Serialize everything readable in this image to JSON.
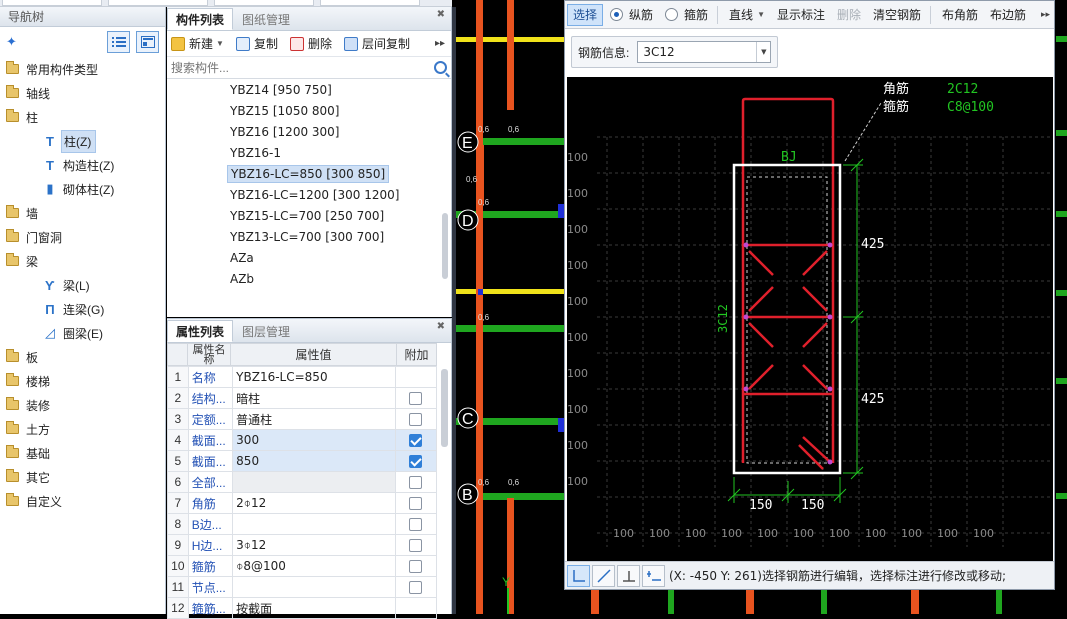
{
  "nav": {
    "title": "导航树",
    "items": [
      {
        "label": "常用构件类型"
      },
      {
        "label": "轴线"
      },
      {
        "label": "柱"
      },
      {
        "label": "柱(Z)"
      },
      {
        "label": "构造柱(Z)"
      },
      {
        "label": "砌体柱(Z)"
      },
      {
        "label": "墙"
      },
      {
        "label": "门窗洞"
      },
      {
        "label": "梁"
      },
      {
        "label": "梁(L)"
      },
      {
        "label": "连梁(G)"
      },
      {
        "label": "圈梁(E)"
      },
      {
        "label": "板"
      },
      {
        "label": "楼梯"
      },
      {
        "label": "装修"
      },
      {
        "label": "土方"
      },
      {
        "label": "基础"
      },
      {
        "label": "其它"
      },
      {
        "label": "自定义"
      }
    ]
  },
  "components": {
    "tabs": [
      "构件列表",
      "图纸管理"
    ],
    "toolbar": {
      "new": "新建",
      "copy": "复制",
      "delete": "删除",
      "layer_copy": "层间复制"
    },
    "search_placeholder": "搜索构件...",
    "items": [
      "YBZ14 [950 750]",
      "YBZ15 [1050 800]",
      "YBZ16 [1200 300]",
      "YBZ16-1",
      "YBZ16-LC=850 [300 850]",
      "YBZ16-LC=1200 [300 1200]",
      "YBZ15-LC=700 [250 700]",
      "YBZ13-LC=700 [300 700]",
      "AZa",
      "AZb"
    ],
    "selected_index": 4
  },
  "properties": {
    "tabs": [
      "属性列表",
      "图层管理"
    ],
    "headers": {
      "name": "属性名称",
      "value": "属性值",
      "extra": "附加"
    },
    "rows": [
      {
        "n": "1",
        "k": "名称",
        "v": "YBZ16-LC=850",
        "chk": null
      },
      {
        "n": "2",
        "k": "结构...",
        "v": "暗柱",
        "chk": false
      },
      {
        "n": "3",
        "k": "定额...",
        "v": "普通柱",
        "chk": false
      },
      {
        "n": "4",
        "k": "截面...",
        "v": "300",
        "chk": true
      },
      {
        "n": "5",
        "k": "截面...",
        "v": "850",
        "chk": true
      },
      {
        "n": "6",
        "k": "全部...",
        "v": "",
        "chk": false
      },
      {
        "n": "7",
        "k": "角筋",
        "v": "2⌽12",
        "chk": false
      },
      {
        "n": "8",
        "k": "B边...",
        "v": "",
        "chk": false
      },
      {
        "n": "9",
        "k": "H边...",
        "v": "3⌽12",
        "chk": false
      },
      {
        "n": "10",
        "k": "箍筋",
        "v": "⌽8@100",
        "chk": false
      },
      {
        "n": "11",
        "k": "节点...",
        "v": "",
        "chk": false
      },
      {
        "n": "12",
        "k": "箍筋...",
        "v": "按截面",
        "chk": null
      }
    ]
  },
  "dialog": {
    "toolbar": {
      "select": "选择",
      "longitudinal": "纵筋",
      "stirrup": "箍筋",
      "line": "直线",
      "show_dims": "显示标注",
      "delete": "删除",
      "clear": "清空钢筋",
      "corner": "布角筋",
      "edge": "布边筋"
    },
    "info_label": "钢筋信息:",
    "info_value": "3C12",
    "drawing": {
      "corner_label": "角筋",
      "corner_value": "2C12",
      "stirrup_label": "箍筋",
      "stirrup_value": "C8@100",
      "section_tag": "BJ",
      "side_label": "3C12",
      "dim_top": "425",
      "dim_bottom": "425",
      "dim_left": "150",
      "dim_right": "150",
      "grid_label": "100"
    },
    "status": "(X: -450 Y: 261)选择钢筋进行编辑，选择标注进行修改或移动;"
  },
  "cad": {
    "axes": [
      "E",
      "D",
      "C",
      "B"
    ],
    "axis_y": "Y",
    "beam_label": "0,6"
  },
  "colors": {
    "accent": "#2f7fd8",
    "rebar": "#e0202c",
    "dim": "#22c522",
    "beam_green": "#1fa61f",
    "column_orange": "#e8531f",
    "beam_yellow": "#f0e21a"
  }
}
